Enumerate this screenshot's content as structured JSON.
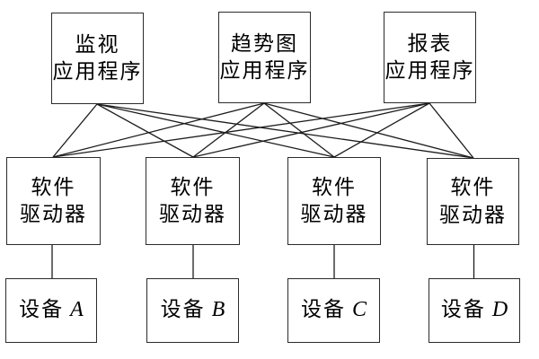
{
  "diagram": {
    "top_nodes": [
      {
        "line1": "监视",
        "line2": "应用程序"
      },
      {
        "line1": "趋势图",
        "line2": "应用程序"
      },
      {
        "line1": "报表",
        "line2": "应用程序"
      }
    ],
    "driver_nodes": [
      {
        "line1": "软件",
        "line2": "驱动器"
      },
      {
        "line1": "软件",
        "line2": "驱动器"
      },
      {
        "line1": "软件",
        "line2": "驱动器"
      },
      {
        "line1": "软件",
        "line2": "驱动器"
      }
    ],
    "device_nodes": [
      {
        "prefix": "设备",
        "letter": "A"
      },
      {
        "prefix": "设备",
        "letter": "B"
      },
      {
        "prefix": "设备",
        "letter": "C"
      },
      {
        "prefix": "设备",
        "letter": "D"
      }
    ],
    "colors": {
      "background": "#ffffff",
      "border": "#2b2b2b",
      "line": "#1c1c1c",
      "text": "#000000"
    }
  }
}
